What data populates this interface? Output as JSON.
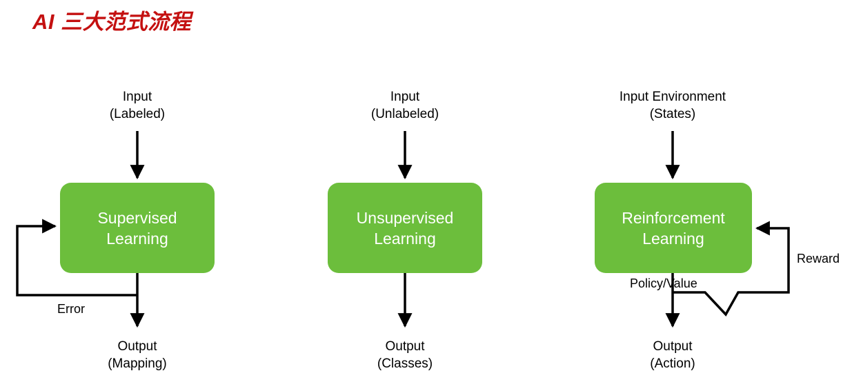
{
  "page": {
    "title": "AI 三大范式流程",
    "title_color": "#c41010",
    "background": "#ffffff"
  },
  "theme": {
    "node_fill": "#6cbe3c",
    "node_text": "#ffffff",
    "line_color": "#000000"
  },
  "diagram": {
    "type": "flowchart",
    "columns": [
      {
        "id": "supervised",
        "input_label": "Input\n(Labeled)",
        "node_label": "Supervised\nLearning",
        "output_label": "Output\n(Mapping)",
        "feedback_label": "Error",
        "has_feedback": true,
        "feedback_side": "left"
      },
      {
        "id": "unsupervised",
        "input_label": "Input\n(Unlabeled)",
        "node_label": "Unsupervised\nLearning",
        "output_label": "Output\n(Classes)",
        "feedback_label": "",
        "has_feedback": false,
        "feedback_side": "none"
      },
      {
        "id": "reinforcement",
        "input_label": "Input Environment\n(States)",
        "node_label": "Reinforcement\nLearning",
        "output_label": "Output\n(Action)",
        "feedback_label": "Reward",
        "middle_label": "Policy/Value",
        "has_feedback": true,
        "feedback_side": "right"
      }
    ]
  }
}
